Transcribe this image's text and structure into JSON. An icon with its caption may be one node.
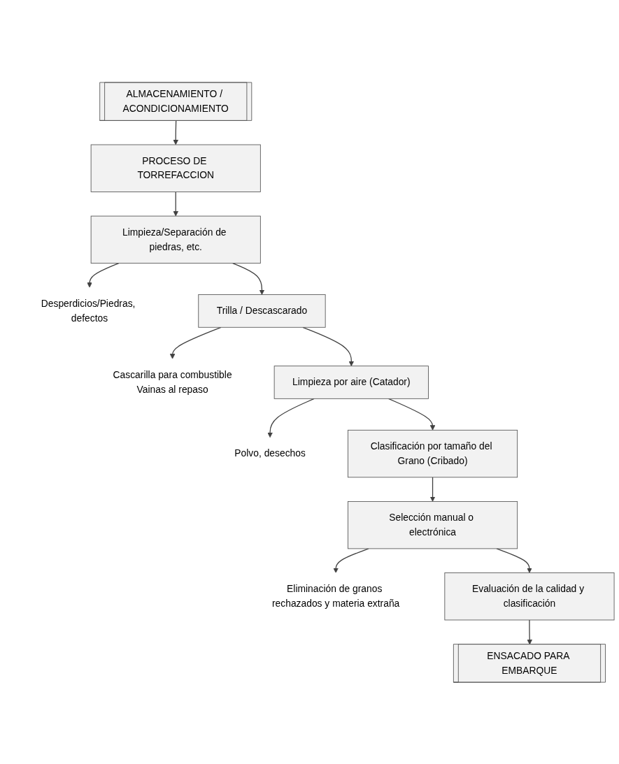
{
  "diagram": {
    "nodes": [
      {
        "text": [
          "ALMACENAMIENTO / ACONDICIONAMIENTO"
        ]
      },
      {
        "text": [
          "PROCESO DE TORREFACCION"
        ]
      },
      {
        "text": [
          "Limpieza/Separación de piedras, etc."
        ]
      },
      {
        "text": [
          "Desperdicios/Piedras, defectos"
        ]
      },
      {
        "text": [
          "Trilla / Descascarado"
        ]
      },
      {
        "text": [
          "Cascarilla para combustible",
          "Vainas al repaso"
        ]
      },
      {
        "text": [
          "Limpieza por aire (Catador)"
        ]
      },
      {
        "text": [
          "Polvo, desechos"
        ]
      },
      {
        "text": [
          "Clasificación por tamaño del Grano (Cribado)"
        ]
      },
      {
        "text": [
          "Selección manual o electrónica"
        ]
      },
      {
        "text": [
          "Eliminación de granos rechazados y materia extraña"
        ]
      },
      {
        "text": [
          "Evaluación de la calidad y clasificación"
        ]
      },
      {
        "text": [
          "ENSACADO PARA EMBARQUE"
        ]
      }
    ],
    "edges": [
      {
        "from": 0,
        "to": 1,
        "arrow": "to"
      },
      {
        "from": 1,
        "to": 2,
        "arrow": "to"
      },
      {
        "from": 2,
        "to": 3,
        "arrow": "to"
      },
      {
        "from": 2,
        "to": 4,
        "arrow": "to"
      },
      {
        "from": 4,
        "to": 5,
        "arrow": "to"
      },
      {
        "from": 4,
        "to": 6,
        "arrow": "to"
      },
      {
        "from": 6,
        "to": 7,
        "arrow": "to"
      },
      {
        "from": 6,
        "to": 8,
        "arrow": "to"
      },
      {
        "from": 8,
        "to": 9,
        "arrow": "to"
      },
      {
        "from": 9,
        "to": 10,
        "arrow": "to"
      },
      {
        "from": 9,
        "to": 11,
        "arrow": "to"
      },
      {
        "from": 11,
        "to": 12,
        "arrow": "to"
      }
    ]
  }
}
